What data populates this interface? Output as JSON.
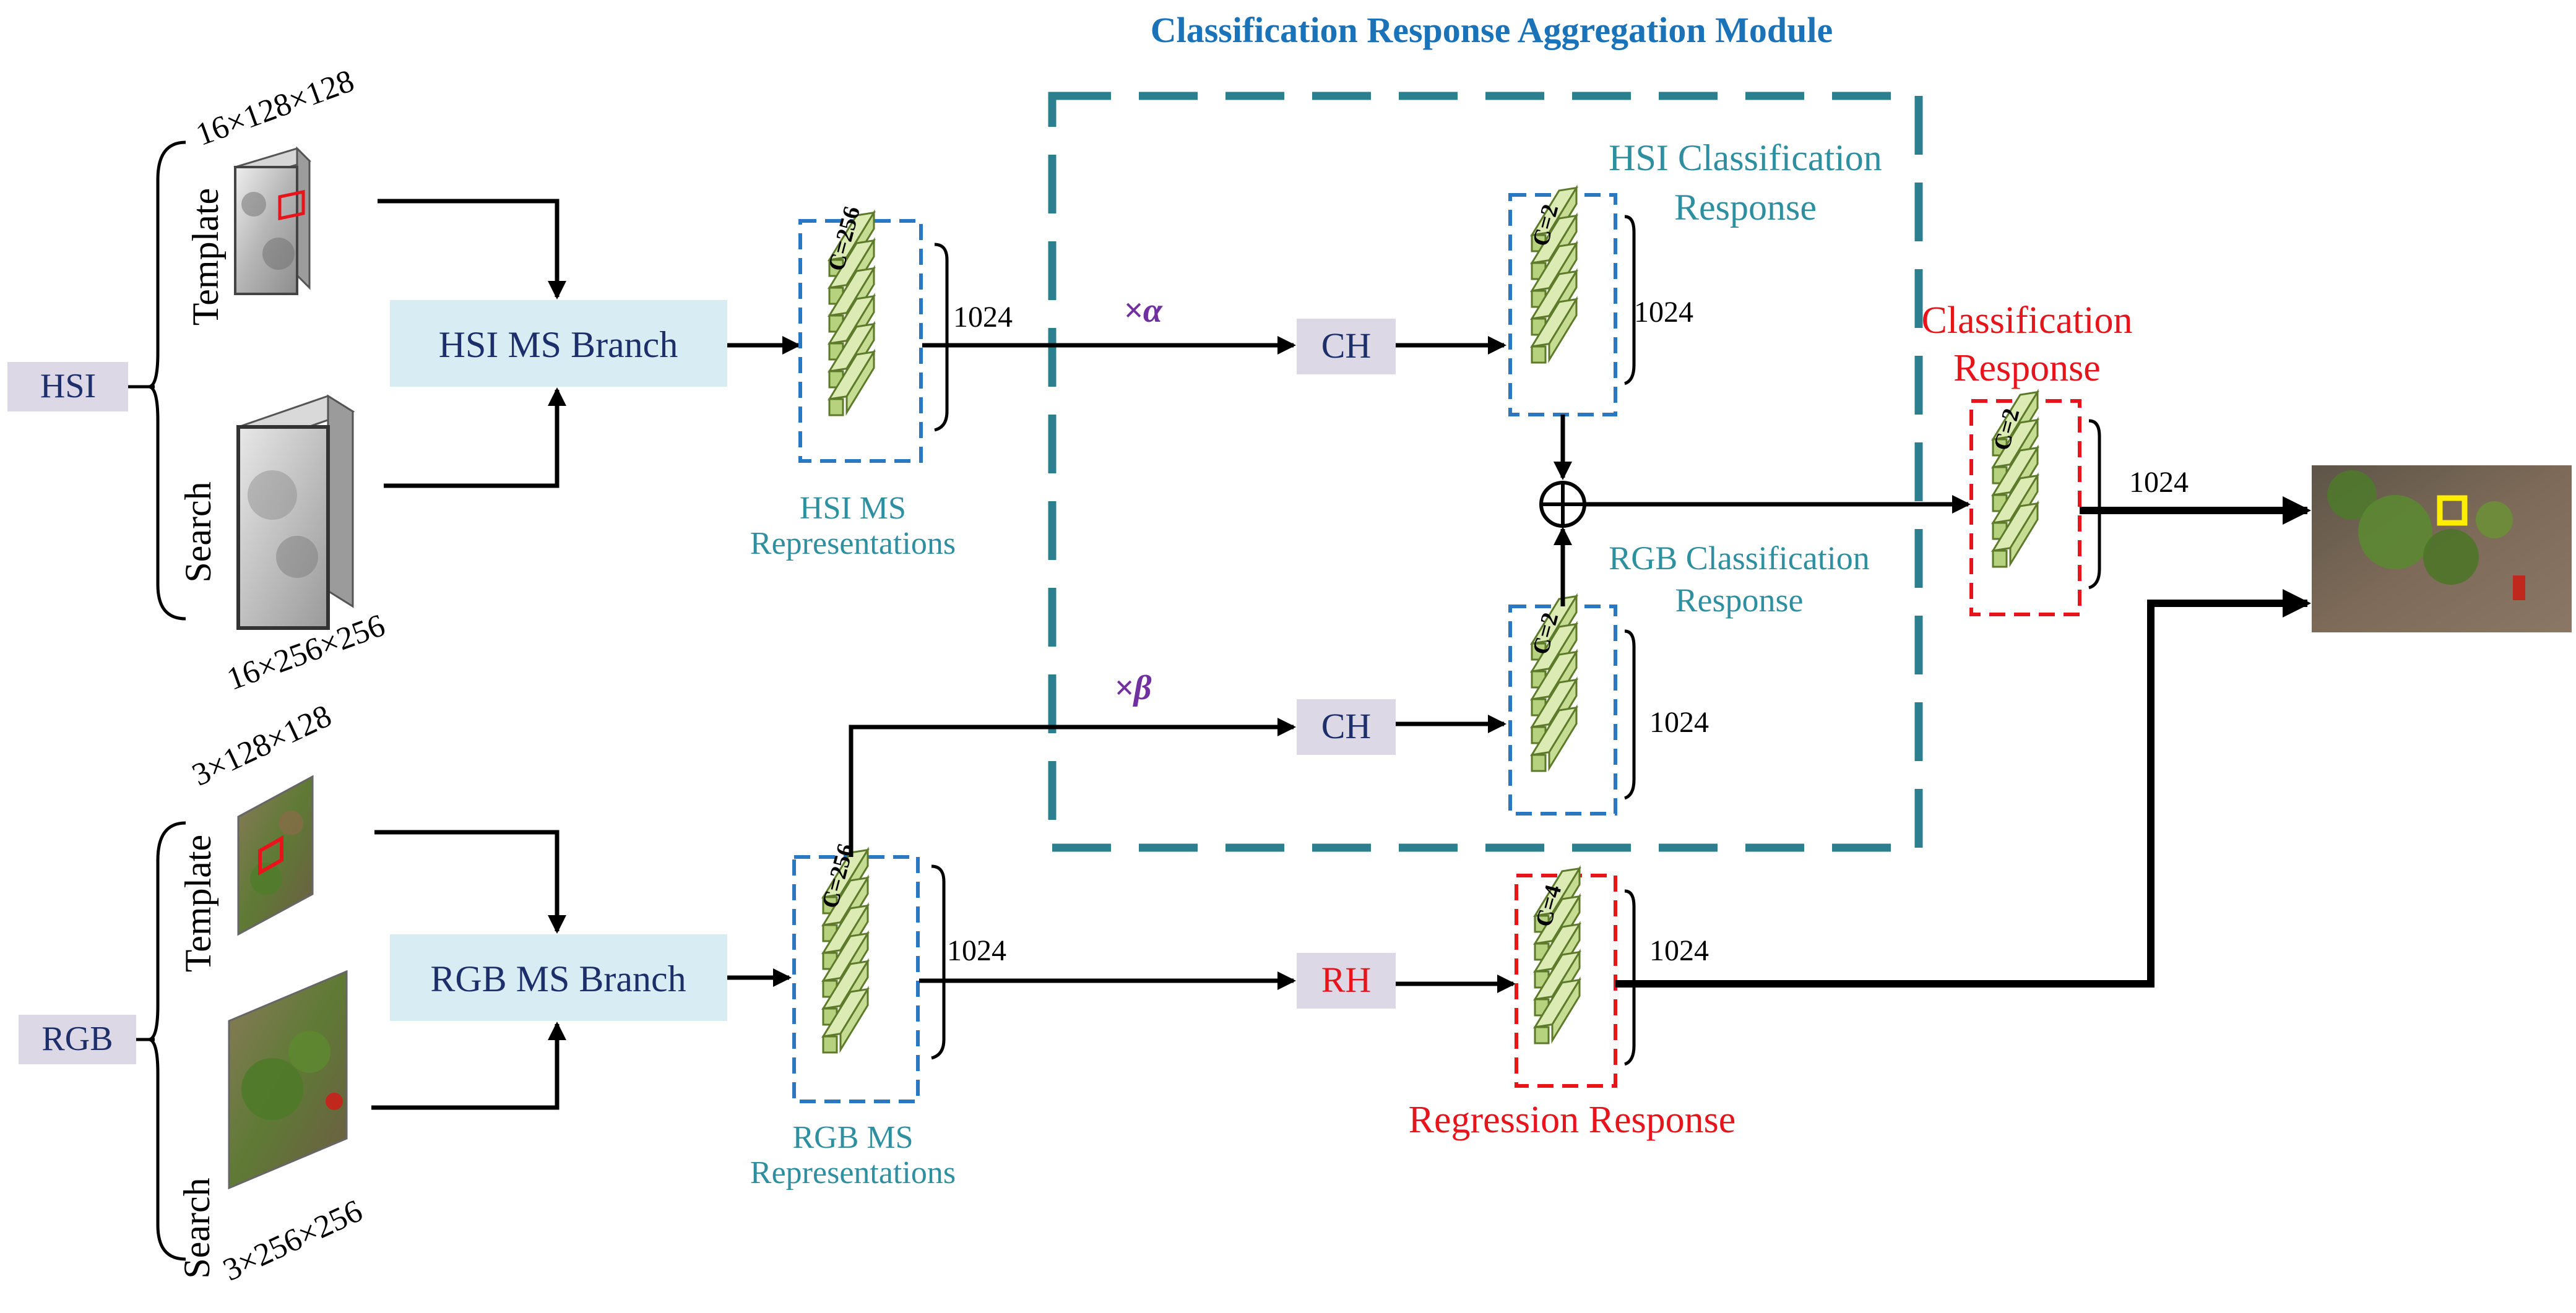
{
  "module": {
    "title": "Classification Response Aggregation Module",
    "title_color": "#1a73b8",
    "border_color": "#2b7f8f"
  },
  "inputs": {
    "hsi": {
      "label": "HSI",
      "template_label": "Template",
      "search_label": "Search",
      "template_dim": "16×128×128",
      "search_dim": "16×256×256"
    },
    "rgb": {
      "label": "RGB",
      "template_label": "Template",
      "search_label": "Search",
      "template_dim": "3×128×128",
      "search_dim": "3×256×256"
    }
  },
  "branches": {
    "hsi": "HSI MS Branch",
    "rgb": "RGB MS Branch"
  },
  "representations": {
    "hsi": {
      "line1": "HSI MS",
      "line2": "Representations",
      "channels": "C=256",
      "size": "1024"
    },
    "rgb": {
      "line1": "RGB MS",
      "line2": "Representations",
      "channels": "C=256",
      "size": "1024"
    }
  },
  "weights": {
    "alpha": "×α",
    "beta": "×β",
    "color": "#7030a0"
  },
  "heads": {
    "ch_hsi": "CH",
    "ch_rgb": "CH",
    "rh": "RH",
    "rh_color": "#e8141c"
  },
  "responses": {
    "hsi_cls": {
      "line1": "HSI Classification",
      "line2": "Response",
      "channels": "C=2",
      "size": "1024"
    },
    "rgb_cls": {
      "line1": "RGB Classification",
      "line2": "Response",
      "channels": "C=2",
      "size": "1024"
    },
    "cls": {
      "line1": "Classification",
      "line2": "Response",
      "channels": "C=2",
      "size": "1024"
    },
    "reg": {
      "label": "Regression Response",
      "channels": "C=4",
      "size": "1024"
    }
  },
  "icons": {
    "sum": "circle-plus-icon",
    "feature_stack": "feature-stack-icon",
    "output": "tracking-result-image"
  },
  "colors": {
    "teal_text": "#2e8fa0",
    "red": "#e8141c",
    "blue_dash": "#2b78c2",
    "navy": "#1d2f6b",
    "tag_bg": "#ddd8e6",
    "branch_bg": "#d8ecf4",
    "stack_fill": "#c5dc92",
    "stack_edge": "#5c7a2a"
  }
}
